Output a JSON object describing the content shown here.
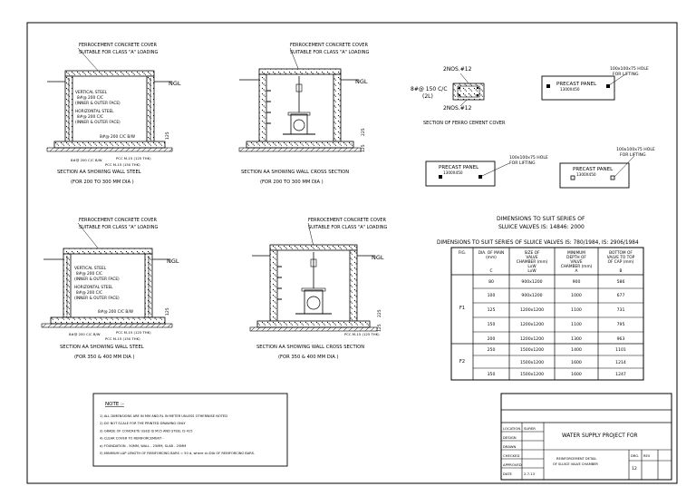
{
  "drawing": {
    "detail1": {
      "cover_label_1": "FERROCEMENT CONCRETE COVER",
      "cover_label_2": "SUITABLE FOR CLASS \"A\" LOADING",
      "ngl": "NGL",
      "vertical_steel": "VERTICAL STEEL",
      "vertical_steel_spec": "8#@ 200 C/C",
      "vertical_steel_face": "(INNER & OUTER FACE)",
      "horizontal_steel": "HORIZONTAL STEEL",
      "horizontal_steel_spec": "8#@ 200 C/C",
      "horizontal_steel_face": "(INNER & OUTER FACE)",
      "base_steel": "8#@ 200 C/C B/W",
      "dim_125": "125",
      "pcc_1": "PCC M-15 (125 THK)",
      "pcc_2": "PCC M-15 (150 THK)",
      "bottom_steel": "8#@ 200 C/C B/W",
      "caption": "SECTION AA SHOWING WALL STEEL",
      "caption_sub": "(FOR 200 TO 300 MM DIA )"
    },
    "detail2": {
      "cover_label_1": "FERROCEMENT CONCRETE COVER",
      "cover_label_2": "SUITABLE FOR CLASS \"A\" LOADING",
      "ngl": "NGL",
      "dim_125": "125",
      "dim_225": "225",
      "caption": "SECTION AA SHOWING WALL CROSS SECTION",
      "caption_sub": "(FOR 200 TO 300 MM DIA )"
    },
    "detail3": {
      "top_bars": "2NOS.#12",
      "stirrups": "8#@ 150 C/C",
      "legs": "(2L)",
      "bottom_bars": "2NOS.#12",
      "caption": "SECTION OF FERRO CEMENT COVER"
    },
    "panels": {
      "panel_a_title": "PRECAST PANEL",
      "panel_a_size": "1300X450",
      "panel_a_hole_1": "100x100x75 HOLE",
      "panel_a_hole_2": "FOR LIFTING",
      "panel_b_title": "PRECAST PANEL",
      "panel_b_size": "1300X450",
      "panel_b_hole_1": "100x100x75 HOLE",
      "panel_b_hole_2": "FOR LIFTING",
      "panel_c_title": "PRECAST PANEL",
      "panel_c_size": "1300X450",
      "panel_c_hole_1": "100x100x75 HOLE",
      "panel_c_hole_2": "FOR LIFTING"
    },
    "detail4": {
      "cover_label_1": "FERROCEMENT CONCRETE COVER",
      "cover_label_2": "SUITABLE FOR CLASS \"A\" LOADING",
      "ngl": "NGL",
      "vertical_steel": "VERTICAL STEEL",
      "vertical_steel_spec": "8#@ 200 C/C",
      "vertical_steel_face": "(INNER & OUTER FACE)",
      "horizontal_steel": "HORIZONTAL STEEL",
      "horizontal_steel_spec": "8#@ 200 C/C",
      "horizontal_steel_face": "(INNER & OUTER FACE)",
      "base_steel": "8#@ 200 C/C B/W",
      "dim_125": "125",
      "pcc_1": "PCC M-15 (125 THK)",
      "pcc_2": "PCC M-15 (150 THK)",
      "bottom_steel": "8#@ 200 C/C B/W",
      "caption": "SECTION AA SHOWING WALL STEEL",
      "caption_sub": "(FOR 350 & 400 MM DIA )"
    },
    "detail5": {
      "cover_label_1": "FERROCEMENT CONCRETE COVER",
      "cover_label_2": "SUITABLE FOR CLASS \"A\" LOADING",
      "ngl": "NGL",
      "dim_125": "125",
      "dim_225": "225",
      "pcc_1": "PCC M-15 (125 THK)",
      "caption": "SECTION AA SHOWING WALL CROSS SECTION",
      "caption_sub": "(FOR 350 & 400 MM DIA )"
    }
  },
  "table": {
    "heading_1": "DIMENSIONS TO SUIT SERIES OF",
    "heading_2": "SLUICE VALVES IS: 14846: 2000",
    "subheading": "DIMENSIONS TO SUIT SERIES OF SLUICE VALVES IS: 780/1984, IS: 2906/1984",
    "headers": [
      "FIG.",
      "DIA. OF MAIN (mm)",
      "SIZE OF VALVE CHAMBER (mm) LxW",
      "MINIMUM DEPTH OF VALVE CHAMBER (mm)",
      "BOTTOM OF VALVE TO TOP OF CAP (mm)"
    ],
    "header_letters": [
      "",
      "C",
      "LxW",
      "A",
      "B"
    ],
    "groups": [
      {
        "fig": "F1",
        "rows": [
          [
            "80",
            "900x1200",
            "900",
            "586"
          ],
          [
            "100",
            "900x1200",
            "1000",
            "677"
          ],
          [
            "125",
            "1200x1200",
            "1100",
            "731"
          ],
          [
            "150",
            "1200x1200",
            "1100",
            "795"
          ],
          [
            "200",
            "1200x1200",
            "1300",
            "963"
          ]
        ]
      },
      {
        "fig": "F2",
        "rows": [
          [
            "250",
            "1500x1200",
            "1400",
            "1101"
          ],
          [
            "",
            "1500x1200",
            "1600",
            "1214"
          ],
          [
            "350",
            "1500x1200",
            "1600",
            "1247"
          ]
        ]
      }
    ]
  },
  "notes": {
    "title": "NOTE :-",
    "items": [
      "1) ALL DIMENSIONS ARE IN MM AND RL IN METER UNLESS OTHERWISE NOTED",
      "2) DO NOT SCALE FOR THE PRINTED DRAWING ONLY",
      "3) GRADE OF CONCRETE USED IS M15 AND STEEL IS 415",
      "4) CLEAR COVER TO REINFORCEMENT -",
      "   a) FOUNDATION - 50MM, WALL - 25MM, SLAB - 25MM",
      "5) MINIMUM LAP LENGTH OF REINFORCING BARS = 50 d, where d=DIA OF REINFORCING BARS."
    ]
  },
  "title_block": {
    "location_label": "LOCATION",
    "location_value": "SURER",
    "design_label": "DESIGN",
    "drawn_label": "DRAWN",
    "checked_label": "CHECKED",
    "approved_label": "APPROVED",
    "date_label": "DATE",
    "date_value": "2.7.13",
    "project": "WATER SUPPLY PROJECT FOR",
    "sheet_title_1": "REINFORCEMENT DETAIL",
    "sheet_title_2": "OF SLUICE VALVE CHAMBER",
    "drg_label": "DRG.",
    "rev_label": "REV",
    "sheet_no": "12"
  }
}
